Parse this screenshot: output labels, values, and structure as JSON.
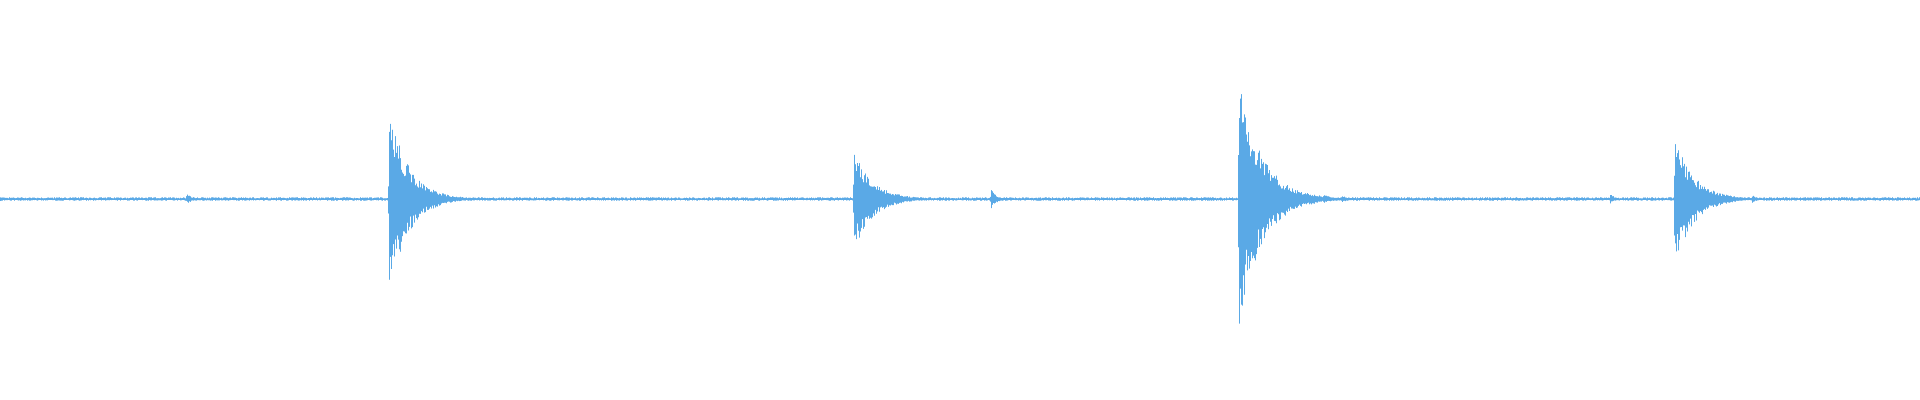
{
  "waveform": {
    "color": "#5aa9e6",
    "background": "#ffffff",
    "duration_fraction_events": [
      {
        "at": 0.0,
        "amp_up": 0.02,
        "amp_down": 0.02,
        "decay": 0.006
      },
      {
        "at": 0.097,
        "amp_up": 0.05,
        "amp_down": 0.05,
        "decay": 0.004
      },
      {
        "at": 0.2025,
        "amp_up": 0.92,
        "amp_down": 0.95,
        "decay": 0.01
      },
      {
        "at": 0.2215,
        "amp_up": 0.04,
        "amp_down": 0.04,
        "decay": 0.004
      },
      {
        "at": 0.234,
        "amp_up": 0.03,
        "amp_down": 0.03,
        "decay": 0.003
      },
      {
        "at": 0.4445,
        "amp_up": 0.48,
        "amp_down": 0.52,
        "decay": 0.01
      },
      {
        "at": 0.4585,
        "amp_up": 0.05,
        "amp_down": 0.05,
        "decay": 0.005
      },
      {
        "at": 0.516,
        "amp_up": 0.1,
        "amp_down": 0.1,
        "decay": 0.003
      },
      {
        "at": 0.645,
        "amp_up": 1.2,
        "amp_down": 1.28,
        "decay": 0.012
      },
      {
        "at": 0.6895,
        "amp_up": 0.05,
        "amp_down": 0.05,
        "decay": 0.004
      },
      {
        "at": 0.6985,
        "amp_up": 0.04,
        "amp_down": 0.04,
        "decay": 0.004
      },
      {
        "at": 0.8385,
        "amp_up": 0.05,
        "amp_down": 0.05,
        "decay": 0.003
      },
      {
        "at": 0.872,
        "amp_up": 0.63,
        "amp_down": 0.68,
        "decay": 0.01
      },
      {
        "at": 0.9125,
        "amp_up": 0.04,
        "amp_down": 0.04,
        "decay": 0.003
      }
    ],
    "noise_floor": 0.012
  }
}
